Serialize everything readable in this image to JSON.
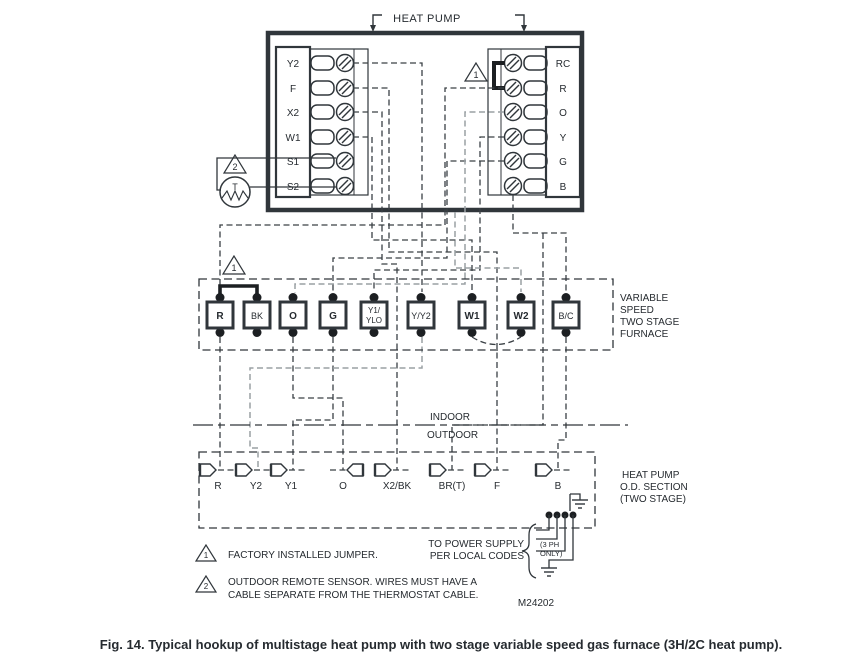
{
  "figure": {
    "caption": "Fig. 14. Typical hookup of multistage heat pump with two stage variable speed gas furnace (3H/2C heat pump).",
    "doc_number": "M24202"
  },
  "heat_pump": {
    "label": "HEAT PUMP"
  },
  "thermostat": {
    "left_terminals": [
      "Y2",
      "F",
      "X2",
      "W1",
      "S1",
      "S2"
    ],
    "right_terminals": [
      "RC",
      "R",
      "O",
      "Y",
      "G",
      "B"
    ]
  },
  "sensor": {
    "symbol": "T"
  },
  "furnace": {
    "terminals": [
      "R",
      "BK",
      "O",
      "G",
      {
        "line1": "Y1/",
        "line2": "YLO"
      },
      "Y/Y2",
      "W1",
      "W2",
      "B/C"
    ],
    "label_lines": [
      "VARIABLE",
      "SPEED",
      "TWO STAGE",
      "FURNACE"
    ]
  },
  "divider": {
    "above": "INDOOR",
    "below": "OUTDOOR"
  },
  "outdoor_unit": {
    "terminals": [
      "R",
      "Y2",
      "Y1",
      "O",
      "X2/BK",
      "BR(T)",
      "F",
      "B"
    ],
    "label_lines": [
      "HEAT PUMP",
      "O.D. SECTION",
      "(TWO STAGE)"
    ]
  },
  "power": {
    "line1": "TO POWER SUPPLY",
    "line2": "PER LOCAL CODES",
    "phase_note_line1": "(3 PH",
    "phase_note_line2": "ONLY)"
  },
  "notes": [
    {
      "marker": "1",
      "lines": [
        "FACTORY INSTALLED JUMPER."
      ]
    },
    {
      "marker": "2",
      "lines": [
        "OUTDOOR REMOTE SENSOR.  WIRES MUST HAVE A",
        "CABLE SEPARATE  FROM THE THERMOSTAT CABLE."
      ]
    }
  ],
  "colors": {
    "ink": "#30363b",
    "wire_gray": "#9aa0a4",
    "background": "#ffffff"
  }
}
